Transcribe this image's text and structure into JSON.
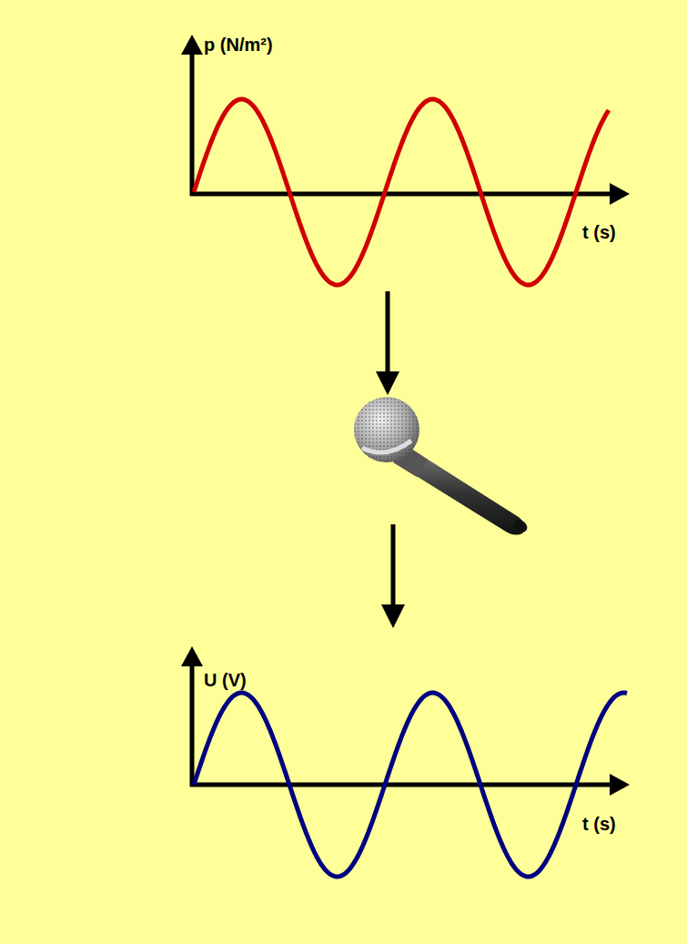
{
  "diagram": {
    "labels": [
      "p (N/m²)",
      "t (s)",
      "U (V)",
      "t (s)"
    ]
  }
}
